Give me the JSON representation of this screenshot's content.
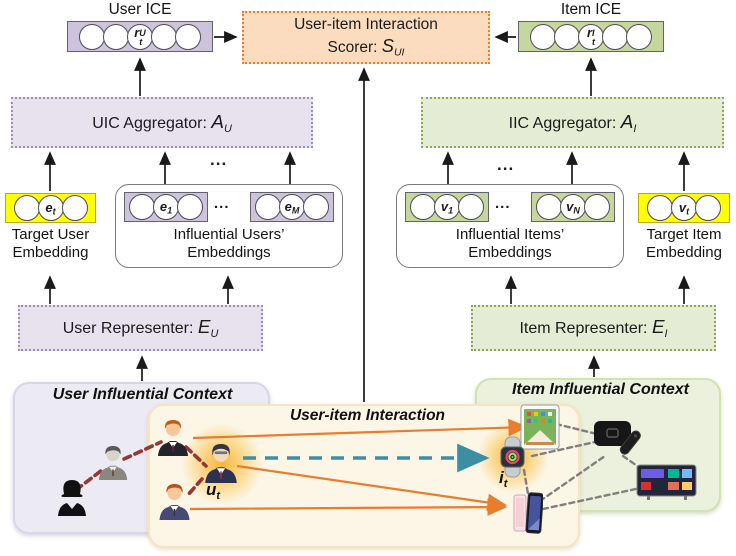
{
  "colors": {
    "purple_fill": "#E7E2EE",
    "purple_border": "#9B8EC2",
    "purple_row": "#CDC3DC",
    "green_fill": "#E4ECD4",
    "green_border": "#8FA65A",
    "green_row": "#C6D79E",
    "yellow_fill": "#FFFF00",
    "orange_fill": "#FBDCBE",
    "orange_border": "#ED7D31",
    "red_dash": "#943735",
    "orange_line": "#E87D2E",
    "teal_line": "#3C8EA5",
    "gray_dash": "#7F7F7F"
  },
  "top": {
    "user_ice_label": "User ICE",
    "item_ice_label": "Item ICE",
    "scorer_line1": "User-item Interaction",
    "scorer_prefix": "Scorer: ",
    "scorer_var": "S",
    "scorer_sub": "UI"
  },
  "user_side": {
    "aggregator_prefix": "UIC Aggregator: ",
    "aggregator_var": "A",
    "aggregator_sub": "U",
    "ice_var": "r",
    "ice_sup": "U",
    "ice_sub": "t",
    "target_var": "e",
    "target_sub": "t",
    "target_label_1": "Target User",
    "target_label_2": "Embedding",
    "influential_label_1": "Influential Users’",
    "influential_label_2": "Embeddings",
    "first_var": "e",
    "first_sub": "1",
    "last_var": "e",
    "last_sub": "M",
    "representer_prefix": "User Representer: ",
    "representer_var": "E",
    "representer_sub": "U",
    "context_label": "User Influential Context",
    "node_var": "u",
    "node_sub": "t"
  },
  "item_side": {
    "aggregator_prefix": "IIC Aggregator: ",
    "aggregator_var": "A",
    "aggregator_sub": "I",
    "ice_var": "r",
    "ice_sup": "I",
    "ice_sub": "t",
    "target_var": "v",
    "target_sub": "t",
    "target_label_1": "Target Item",
    "target_label_2": "Embedding",
    "influential_label_1": "Influential Items’",
    "influential_label_2": "Embeddings",
    "first_var": "v",
    "first_sub": "1",
    "last_var": "v",
    "last_sub": "N",
    "representer_prefix": "Item Representer: ",
    "representer_var": "E",
    "representer_sub": "I",
    "context_label": "Item Influential Context",
    "node_var": "i",
    "node_sub": "t"
  },
  "center": {
    "interaction_label": "User-item Interaction",
    "ellipsis": "..."
  },
  "icons": {
    "user_context": [
      "woman-user-icon",
      "gray-businessman-icon",
      "businessman-icon",
      "target-user-icon",
      "young-man-icon"
    ],
    "item_context": [
      "tablet-icon",
      "smartwatch-icon",
      "apple-tv-icon",
      "smart-tv-icon",
      "smartphone-icon"
    ]
  }
}
